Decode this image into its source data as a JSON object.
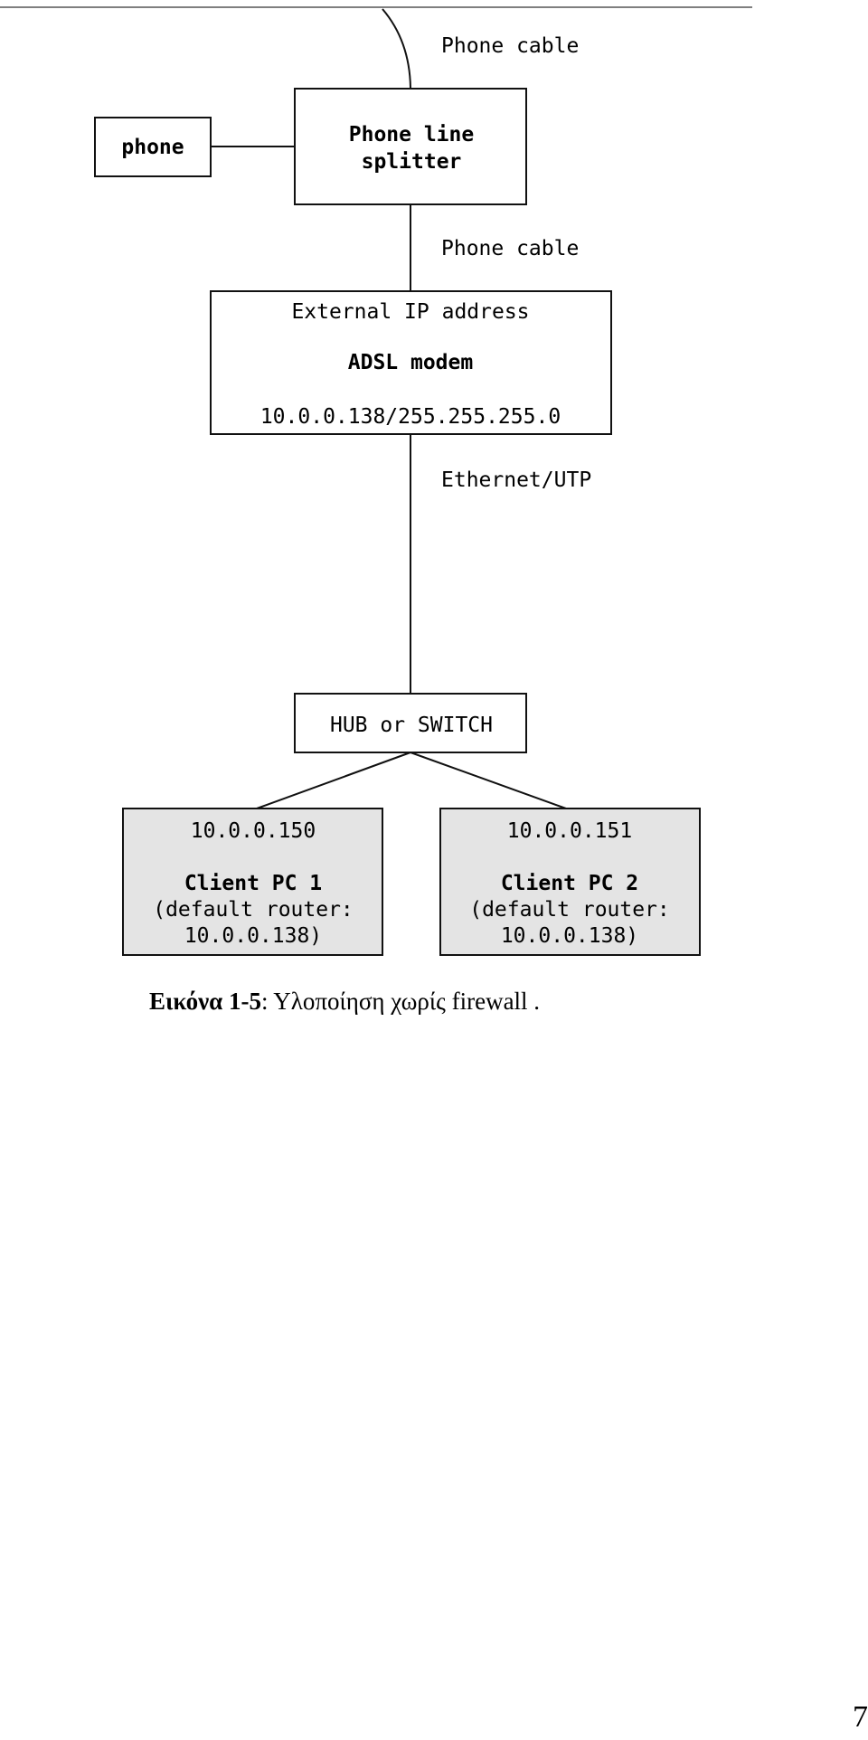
{
  "nodes": {
    "phone": {
      "label": "phone"
    },
    "splitter": {
      "line1": "Phone line",
      "line2": "splitter"
    },
    "modem": {
      "top": "External IP address",
      "name": "ADSL modem",
      "address": "10.0.0.138/255.255.255.0"
    },
    "hub": {
      "label": "HUB or SWITCH"
    },
    "client1": {
      "ip": "10.0.0.150",
      "name": "Client PC 1",
      "router_line1": "(default router:",
      "router_line2": "10.0.0.138)"
    },
    "client2": {
      "ip": "10.0.0.151",
      "name": "Client PC 2",
      "router_line1": "(default router:",
      "router_line2": "10.0.0.138)"
    }
  },
  "edges": {
    "incoming": {
      "label": "Phone cable"
    },
    "splitter_modem": {
      "label": "Phone cable"
    },
    "modem_hub": {
      "label": "Ethernet/UTP"
    }
  },
  "colors": {
    "client_fill": "#e4e4e4",
    "box_fill": "#ffffff",
    "stroke": "#111111"
  },
  "caption": {
    "label": "Εικόνα 1-5",
    "separator": ":",
    "text": " Υλοποίηση χωρίς firewall ."
  },
  "page_number": "7"
}
